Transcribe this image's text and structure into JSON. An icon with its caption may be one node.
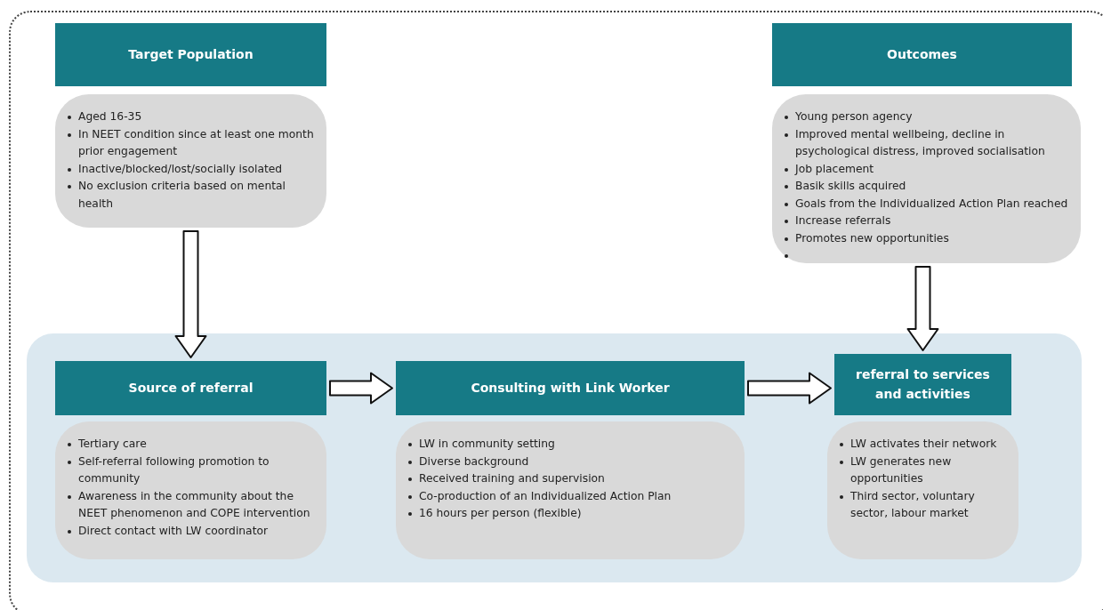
{
  "diagram": {
    "nodes": [
      {
        "text": [
          "Target Population"
        ]
      },
      {
        "text": [
          "Aged 16-35",
          "In NEET condition since at least one month prior engagement",
          "Inactive/blocked/lost/socially isolated",
          "No exclusion criteria based on mental health"
        ]
      },
      {
        "text": [
          "Outcomes"
        ]
      },
      {
        "text": [
          "Young person agency",
          "Improved mental wellbeing, decline in psychological distress, improved socialisation",
          "Job placement",
          "Basik skills acquired",
          "Goals from the Individualized Action Plan reached",
          "Increase referrals",
          "Promotes new opportunities"
        ]
      },
      {
        "text": [],
        "shape": "box"
      },
      {
        "text": [
          "Source of referral"
        ],
        "in": 4
      },
      {
        "text": [
          "Tertiary care",
          "Self-referral following promotion to community",
          "Awareness in the community about the NEET phenomenon and COPE intervention",
          "Direct contact with LW coordinator"
        ],
        "in": 4
      },
      {
        "text": [
          "Consulting with Link Worker"
        ],
        "in": 4
      },
      {
        "text": [
          "LW in community setting",
          "Diverse background",
          "Received training and supervision",
          "Co-production of an Individualized Action Plan",
          "16 hours per person (flexible)"
        ],
        "in": 4
      },
      {
        "text": [
          "referral to services and activities"
        ],
        "in": 4
      },
      {
        "text": [
          "LW activates their network",
          "LW generates new opportunities",
          "Third sector, voluntary sector, labour market"
        ],
        "in": 4
      }
    ],
    "edges": [
      {
        "from": 1,
        "to": 5,
        "arrow": "to"
      },
      {
        "from": 5,
        "to": 7,
        "arrow": "to"
      },
      {
        "from": 7,
        "to": 9,
        "arrow": "to"
      },
      {
        "from": 3,
        "to": 9,
        "arrow": "to"
      }
    ]
  }
}
